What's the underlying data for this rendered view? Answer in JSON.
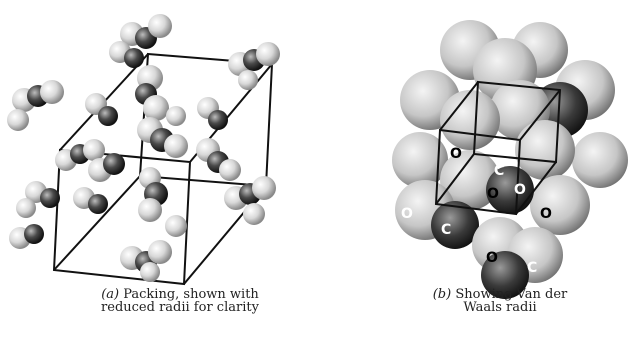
{
  "figure_a": {
    "caption_prefix": "(a)",
    "caption_line1": "Packing, shown with",
    "caption_line2": "reduced radii for clarity"
  },
  "figure_b": {
    "caption_prefix": "(b)",
    "caption_line1": "Showing Van der",
    "caption_line2": "Waals radii",
    "atom_labels": [
      "O",
      "O",
      "C",
      "O",
      "O",
      "C",
      "O",
      "C",
      "O"
    ]
  }
}
